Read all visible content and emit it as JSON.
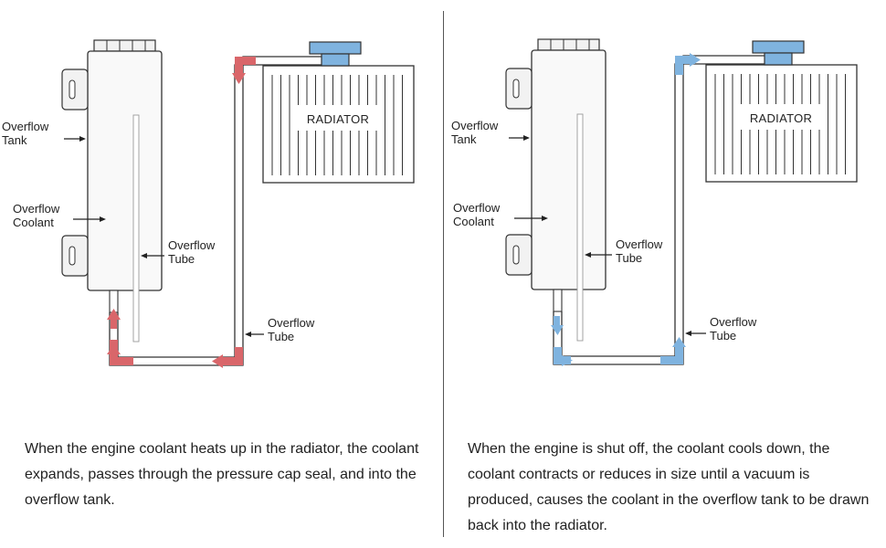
{
  "left": {
    "accent": "#d9666a",
    "radiator_label": "RADIATOR",
    "label_overflow_tank": [
      "Overflow",
      "Tank"
    ],
    "label_overflow_coolant": [
      "Overflow",
      "Coolant"
    ],
    "label_overflow_tube_inner": [
      "Overflow",
      "Tube"
    ],
    "label_overflow_tube_outer": [
      "Overflow",
      "Tube"
    ],
    "caption": "When the engine coolant heats up in the radiator, the coolant expands, passes through the pressure cap seal, and into the overflow tank."
  },
  "right": {
    "accent": "#7fb3df",
    "radiator_label": "RADIATOR",
    "label_overflow_tank": [
      "Overflow",
      "Tank"
    ],
    "label_overflow_coolant": [
      "Overflow",
      "Coolant"
    ],
    "label_overflow_tube_inner": [
      "Overflow",
      "Tube"
    ],
    "label_overflow_tube_outer": [
      "Overflow",
      "Tube"
    ],
    "caption": "When the engine is shut off, the coolant cools down, the coolant contracts or reduces in size until a vacuum is produced, causes the coolant in the overflow tank to be drawn back into the radiator."
  },
  "colors": {
    "cap": "#7fb3df",
    "line": "#333333",
    "divider": "#555555"
  }
}
